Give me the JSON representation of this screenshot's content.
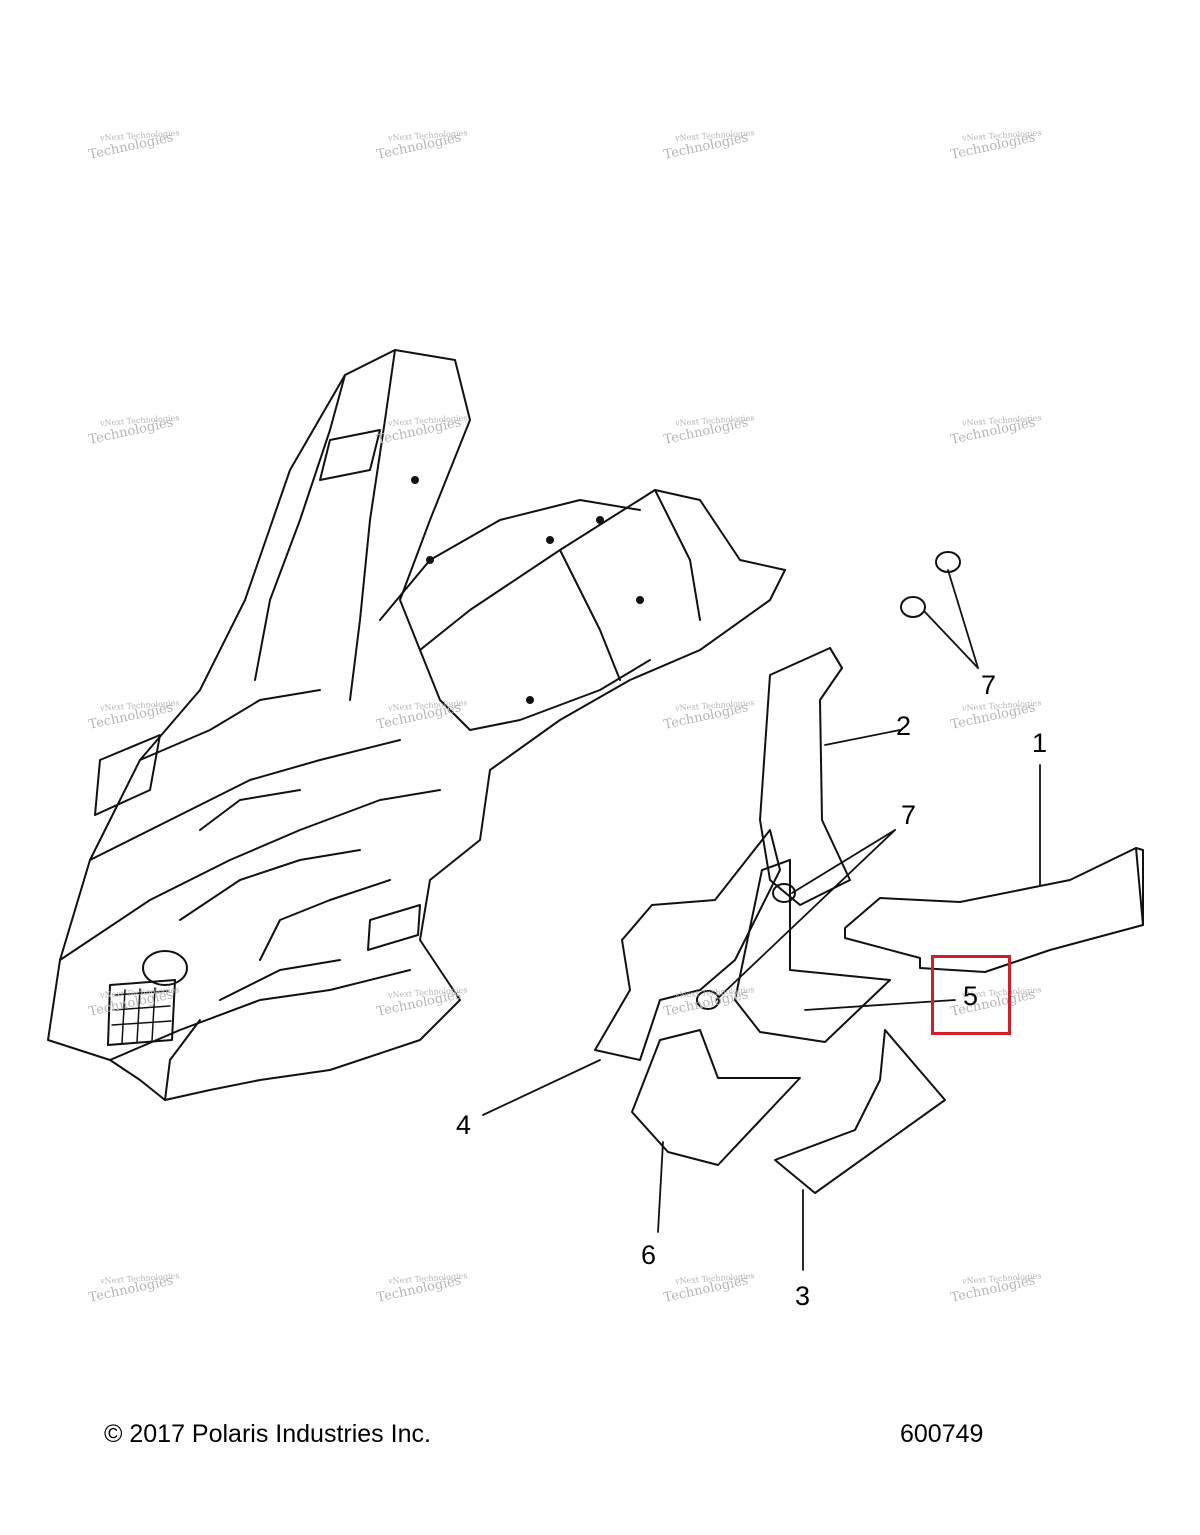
{
  "diagram": {
    "callouts": [
      {
        "id": "1",
        "label": "1"
      },
      {
        "id": "2",
        "label": "2"
      },
      {
        "id": "3",
        "label": "3"
      },
      {
        "id": "4",
        "label": "4"
      },
      {
        "id": "5",
        "label": "5"
      },
      {
        "id": "6",
        "label": "6"
      },
      {
        "id": "7a",
        "label": "7"
      },
      {
        "id": "7b",
        "label": "7"
      }
    ],
    "highlighted_callout": "5",
    "highlight_color": "#d01f26"
  },
  "watermark": {
    "line1": "vNext Technologies",
    "line2": "Technologies"
  },
  "footer": {
    "copyright": "© 2017 Polaris Industries Inc.",
    "figure_number": "600749"
  }
}
